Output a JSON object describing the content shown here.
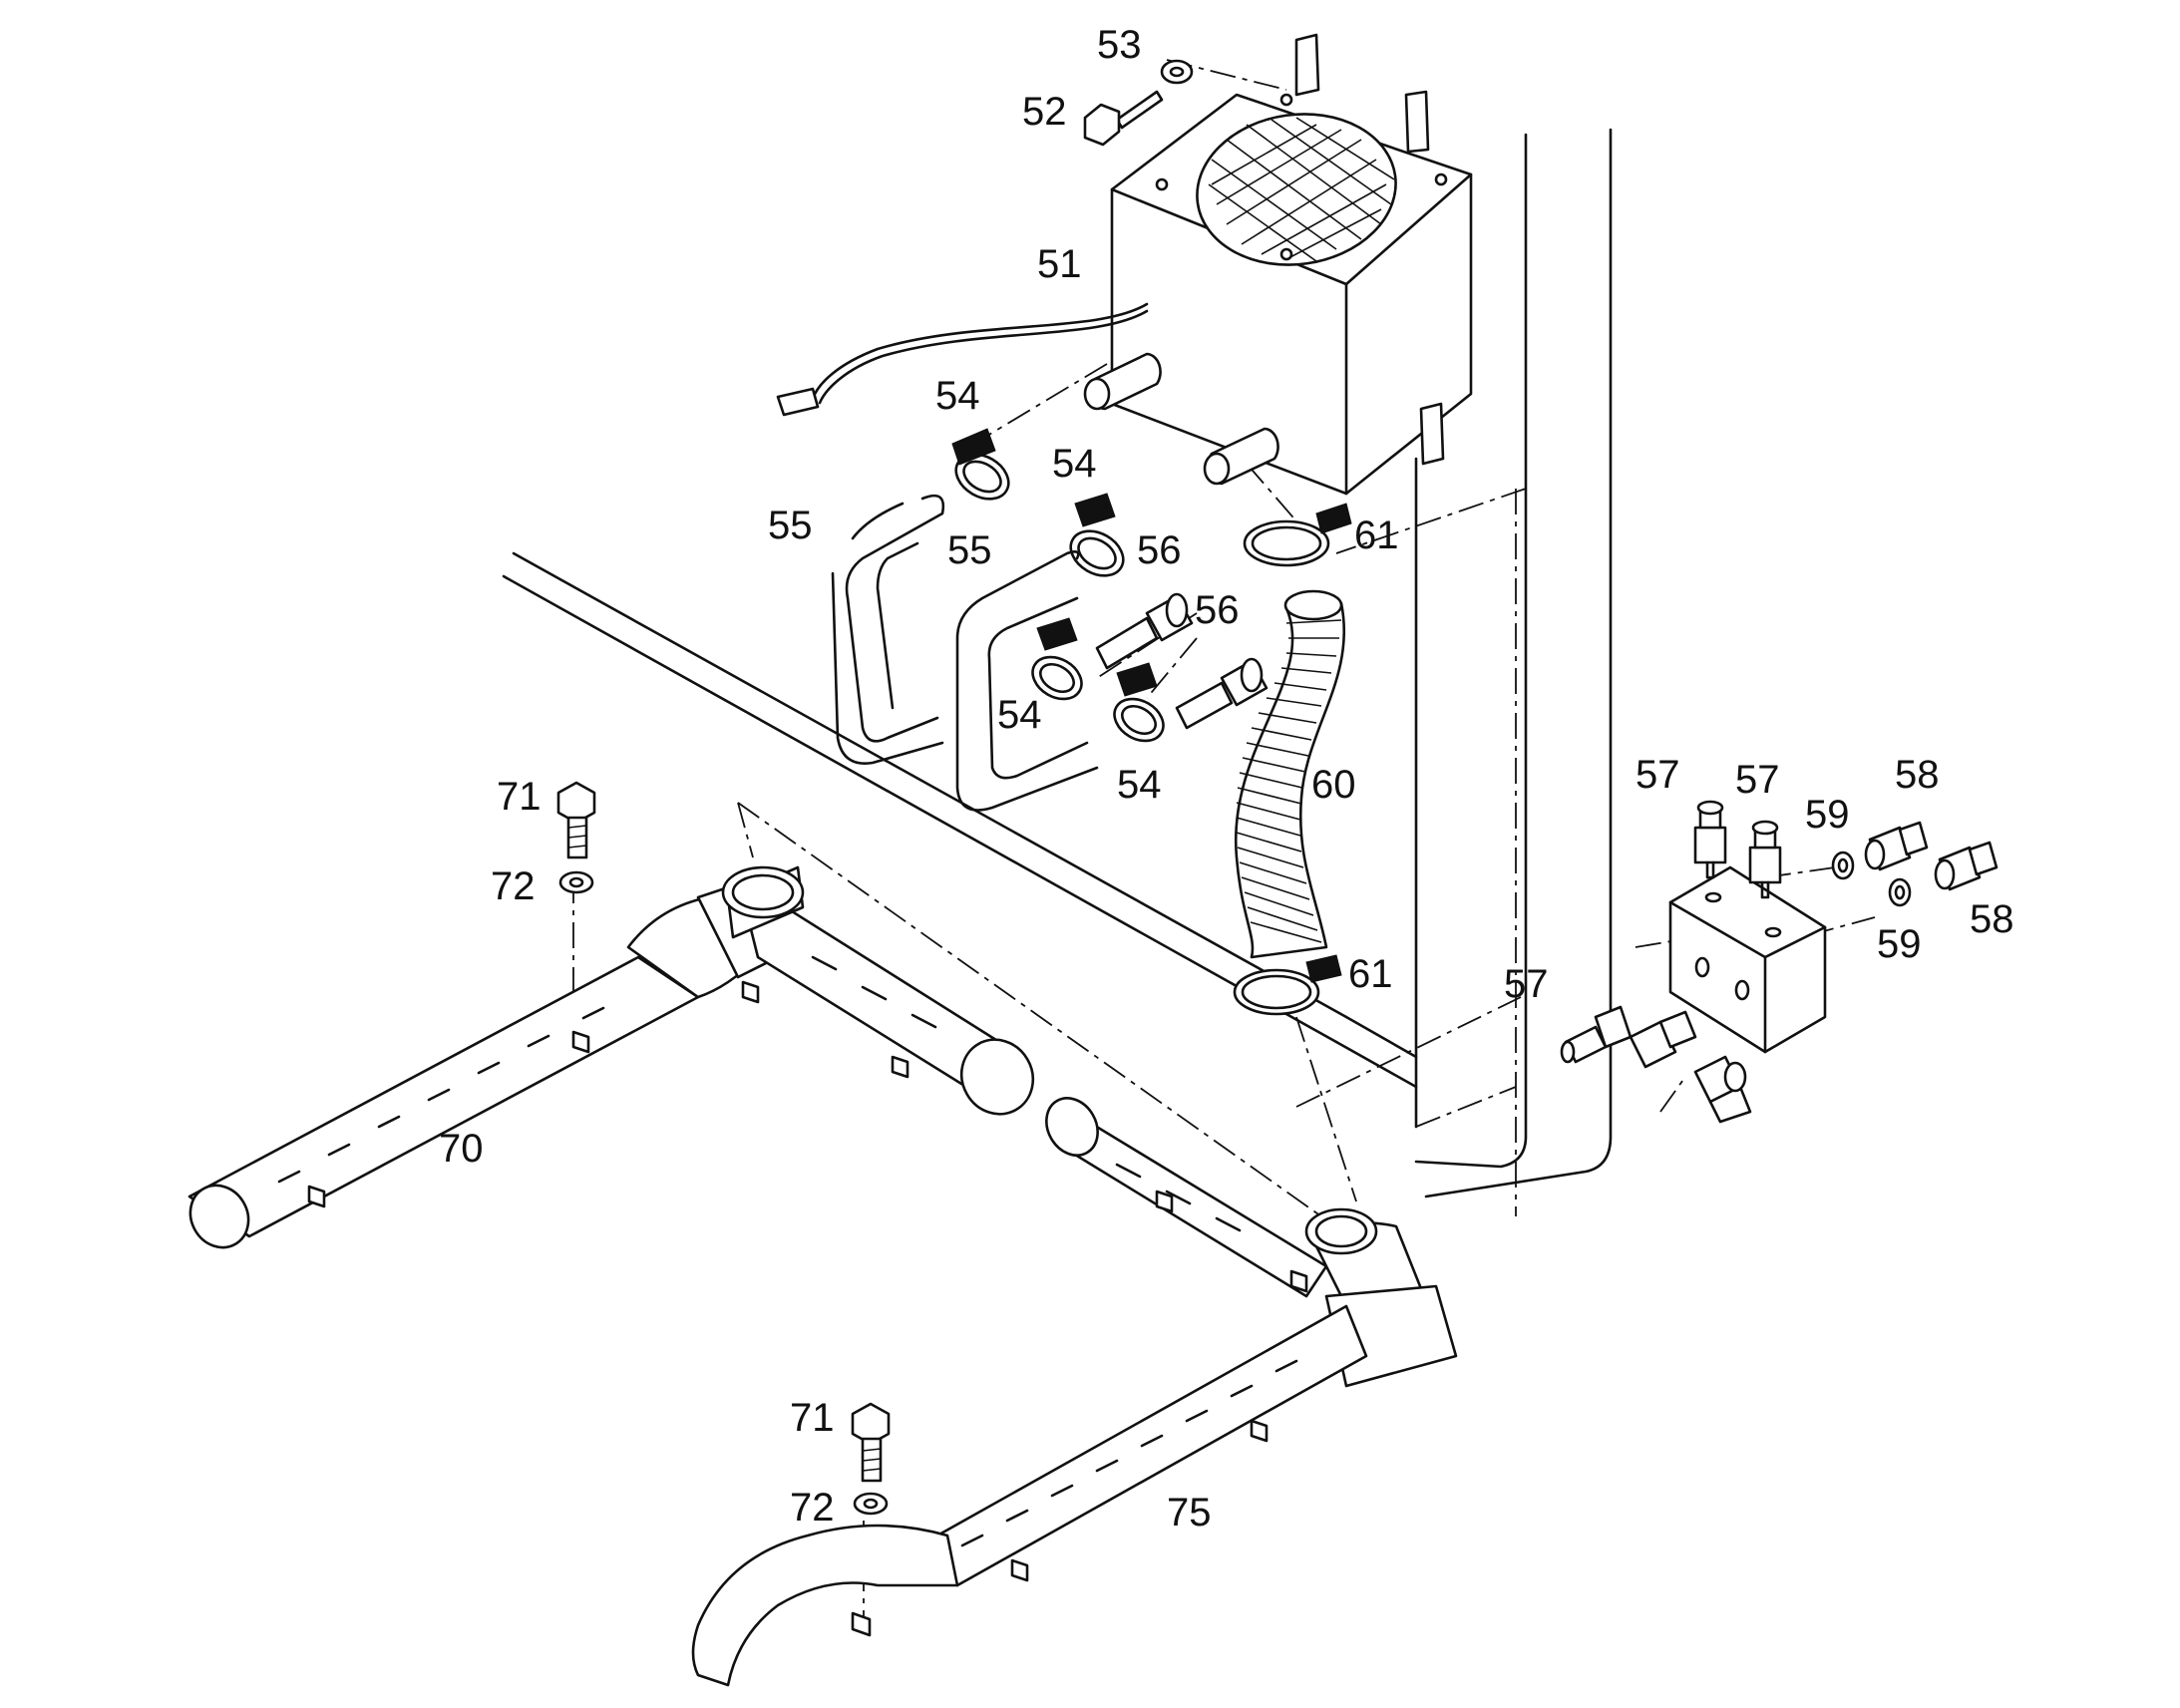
{
  "callouts": {
    "c51": "51",
    "c52": "52",
    "c53": "53",
    "c54a": "54",
    "c54b": "54",
    "c54c": "54",
    "c54d": "54",
    "c55a": "55",
    "c55b": "55",
    "c56a": "56",
    "c56b": "56",
    "c57a": "57",
    "c57b": "57",
    "c57c": "57",
    "c58a": "58",
    "c58b": "58",
    "c59a": "59",
    "c59b": "59",
    "c60": "60",
    "c61a": "61",
    "c61b": "61",
    "c70": "70",
    "c71a": "71",
    "c71b": "71",
    "c72a": "72",
    "c72b": "72",
    "c75": "75"
  },
  "colors": {
    "ink": "#111111",
    "paper": "#ffffff"
  }
}
